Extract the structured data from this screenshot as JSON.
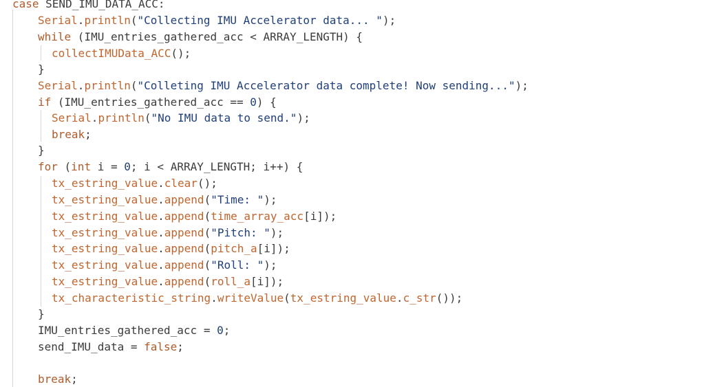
{
  "editor": {
    "lines": [
      [
        {
          "t": "case",
          "k": "kw"
        },
        {
          "t": " SEND_IMU_DATA_ACC:",
          "k": "id"
        }
      ],
      [
        {
          "t": "Serial",
          "k": "fn"
        },
        {
          "t": ".",
          "k": "id"
        },
        {
          "t": "println",
          "k": "fn"
        },
        {
          "t": "(",
          "k": "id"
        },
        {
          "t": "\"Collecting IMU Accelerator data... \"",
          "k": "str"
        },
        {
          "t": ");",
          "k": "id"
        }
      ],
      [
        {
          "t": "while",
          "k": "kw"
        },
        {
          "t": " (IMU_entries_gathered_acc < ARRAY_LENGTH) {",
          "k": "id"
        }
      ],
      [
        {
          "t": "collectIMUData_ACC",
          "k": "fn"
        },
        {
          "t": "();",
          "k": "id"
        }
      ],
      [
        {
          "t": "}",
          "k": "id"
        }
      ],
      [
        {
          "t": "Serial",
          "k": "fn"
        },
        {
          "t": ".",
          "k": "id"
        },
        {
          "t": "println",
          "k": "fn"
        },
        {
          "t": "(",
          "k": "id"
        },
        {
          "t": "\"Colleting IMU Accelerator data complete! Now sending...\"",
          "k": "str"
        },
        {
          "t": ");",
          "k": "id"
        }
      ],
      [
        {
          "t": "if",
          "k": "kw"
        },
        {
          "t": " (IMU_entries_gathered_acc == ",
          "k": "id"
        },
        {
          "t": "0",
          "k": "num"
        },
        {
          "t": ") {",
          "k": "id"
        }
      ],
      [
        {
          "t": "Serial",
          "k": "fn"
        },
        {
          "t": ".",
          "k": "id"
        },
        {
          "t": "println",
          "k": "fn"
        },
        {
          "t": "(",
          "k": "id"
        },
        {
          "t": "\"No IMU data to send.\"",
          "k": "str"
        },
        {
          "t": ");",
          "k": "id"
        }
      ],
      [
        {
          "t": "break",
          "k": "kw"
        },
        {
          "t": ";",
          "k": "id"
        }
      ],
      [
        {
          "t": "}",
          "k": "id"
        }
      ],
      [
        {
          "t": "for",
          "k": "kw"
        },
        {
          "t": " (",
          "k": "id"
        },
        {
          "t": "int",
          "k": "kw"
        },
        {
          "t": " i = ",
          "k": "id"
        },
        {
          "t": "0",
          "k": "num"
        },
        {
          "t": "; i < ARRAY_LENGTH; i++) {",
          "k": "id"
        }
      ],
      [
        {
          "t": "tx_estring_value",
          "k": "fn"
        },
        {
          "t": ".",
          "k": "id"
        },
        {
          "t": "clear",
          "k": "fn"
        },
        {
          "t": "();",
          "k": "id"
        }
      ],
      [
        {
          "t": "tx_estring_value",
          "k": "fn"
        },
        {
          "t": ".",
          "k": "id"
        },
        {
          "t": "append",
          "k": "fn"
        },
        {
          "t": "(",
          "k": "id"
        },
        {
          "t": "\"Time: \"",
          "k": "str"
        },
        {
          "t": ");",
          "k": "id"
        }
      ],
      [
        {
          "t": "tx_estring_value",
          "k": "fn"
        },
        {
          "t": ".",
          "k": "id"
        },
        {
          "t": "append",
          "k": "fn"
        },
        {
          "t": "(",
          "k": "id"
        },
        {
          "t": "time_array_acc",
          "k": "fn"
        },
        {
          "t": "[i]);",
          "k": "id"
        }
      ],
      [
        {
          "t": "tx_estring_value",
          "k": "fn"
        },
        {
          "t": ".",
          "k": "id"
        },
        {
          "t": "append",
          "k": "fn"
        },
        {
          "t": "(",
          "k": "id"
        },
        {
          "t": "\"Pitch: \"",
          "k": "str"
        },
        {
          "t": ");",
          "k": "id"
        }
      ],
      [
        {
          "t": "tx_estring_value",
          "k": "fn"
        },
        {
          "t": ".",
          "k": "id"
        },
        {
          "t": "append",
          "k": "fn"
        },
        {
          "t": "(",
          "k": "id"
        },
        {
          "t": "pitch_a",
          "k": "fn"
        },
        {
          "t": "[i]);",
          "k": "id"
        }
      ],
      [
        {
          "t": "tx_estring_value",
          "k": "fn"
        },
        {
          "t": ".",
          "k": "id"
        },
        {
          "t": "append",
          "k": "fn"
        },
        {
          "t": "(",
          "k": "id"
        },
        {
          "t": "\"Roll: \"",
          "k": "str"
        },
        {
          "t": ");",
          "k": "id"
        }
      ],
      [
        {
          "t": "tx_estring_value",
          "k": "fn"
        },
        {
          "t": ".",
          "k": "id"
        },
        {
          "t": "append",
          "k": "fn"
        },
        {
          "t": "(",
          "k": "id"
        },
        {
          "t": "roll_a",
          "k": "fn"
        },
        {
          "t": "[i]);",
          "k": "id"
        }
      ],
      [
        {
          "t": "tx_characteristic_string",
          "k": "fn"
        },
        {
          "t": ".",
          "k": "id"
        },
        {
          "t": "writeValue",
          "k": "fn"
        },
        {
          "t": "(",
          "k": "id"
        },
        {
          "t": "tx_estring_value",
          "k": "fn"
        },
        {
          "t": ".",
          "k": "id"
        },
        {
          "t": "c_str",
          "k": "fn"
        },
        {
          "t": "());",
          "k": "id"
        }
      ],
      [
        {
          "t": "}",
          "k": "id"
        }
      ],
      [
        {
          "t": "IMU_entries_gathered_acc = ",
          "k": "id"
        },
        {
          "t": "0",
          "k": "num"
        },
        {
          "t": ";",
          "k": "id"
        }
      ],
      [
        {
          "t": "send_IMU_data = ",
          "k": "id"
        },
        {
          "t": "false",
          "k": "kw"
        },
        {
          "t": ";",
          "k": "id"
        }
      ],
      [],
      [
        {
          "t": "break",
          "k": "kw"
        },
        {
          "t": ";",
          "k": "id"
        }
      ]
    ],
    "colors": {
      "background": "#ffffff",
      "keyword": "#af5b2b",
      "function": "#c0652f",
      "string": "#1f3f7a",
      "plain": "#3b3b3b",
      "indent_guide": "#d6d6d6"
    }
  }
}
